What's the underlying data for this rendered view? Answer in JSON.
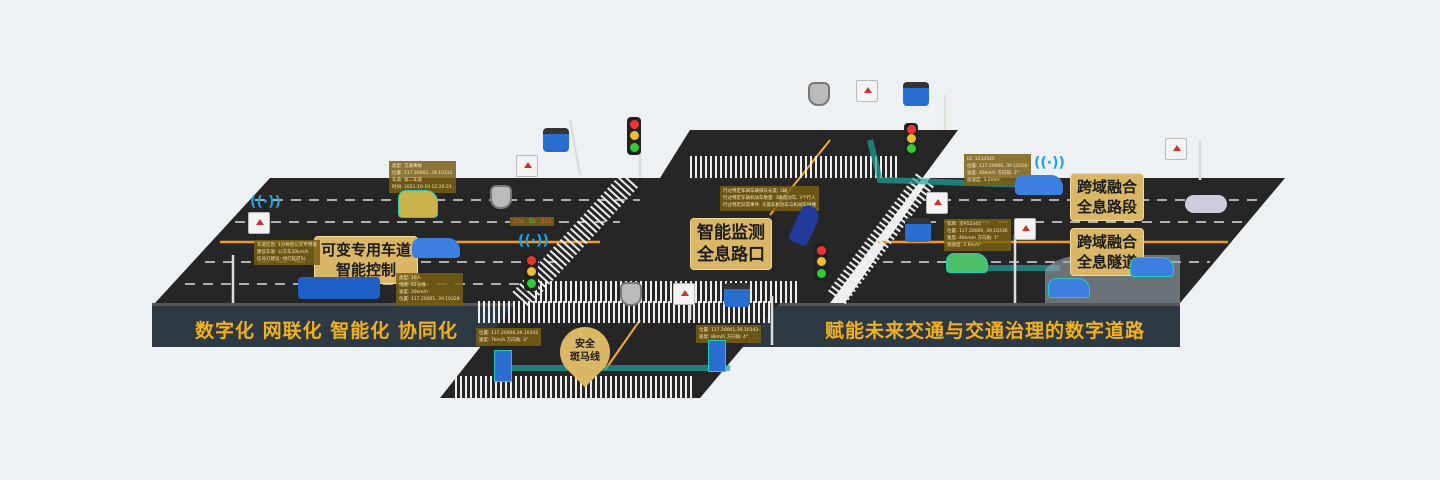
{
  "slogans": {
    "left": "数字化 网联化 智能化 协同化",
    "right": "赋能未来交通与交通治理的数字道路"
  },
  "badges": {
    "lane": [
      "可变专用车道",
      "智能控制"
    ],
    "intersection": [
      "智能监测",
      "全息路口"
    ],
    "segment": [
      "跨域融合",
      "全息路段"
    ],
    "tunnel": [
      "跨域融合",
      "全息隧道"
    ],
    "crosswalk": [
      "安全",
      "斑马线"
    ]
  },
  "signal_board": {
    "left": "20s",
    "straight": "5s",
    "right": "30s"
  },
  "info_cards": {
    "accident": [
      "类型: 交通事故",
      "位置: 117.20002, 39.10332",
      "车道: 第二车道",
      "时间: 2021-10-10 12:20:21"
    ],
    "lane_control": [
      "车道信息: 1分钟后公交专用道",
      "建议车速: 公交车20km/h",
      "信号灯建议: 绿灯延迟5s"
    ],
    "bus": [
      "类型: 16人",
      "线路: 82号线",
      "速度: 20km/h",
      "位置: 117.20001, 39.10328"
    ],
    "intersection": [
      "行过特定车辆车辆排队长度: 5辆",
      "行过特定车辆机动车数量: 3辆电动车, 3个行人",
      "行过特定异常事件: 东面非机动车与机动车碰撞"
    ],
    "segment_car": [
      "ID: 1234545",
      "位置: 117.20006, 39.10336",
      "速度: 40km/h  方向角: 2°",
      "加速度: 3.2m/s²"
    ],
    "tunnel_car": [
      "车牌: 京A12345",
      "位置: 117.20006, 39.10336",
      "速度: 40km/h  方向角: 1°",
      "加速度: 2.6m/s²"
    ],
    "ped_left": [
      "位置: 117.20008,39.10342",
      "速度: 7km/h  方向角: 3°"
    ],
    "ped_right": [
      "位置: 117.20001,39.10343",
      "速度: 8km/h  方向角: 4°"
    ]
  },
  "colors": {
    "road": "#262626",
    "base": "#2d3a44",
    "accent": "#f2b01e",
    "badge": "#d9b766",
    "bg": "#eef1f4"
  }
}
